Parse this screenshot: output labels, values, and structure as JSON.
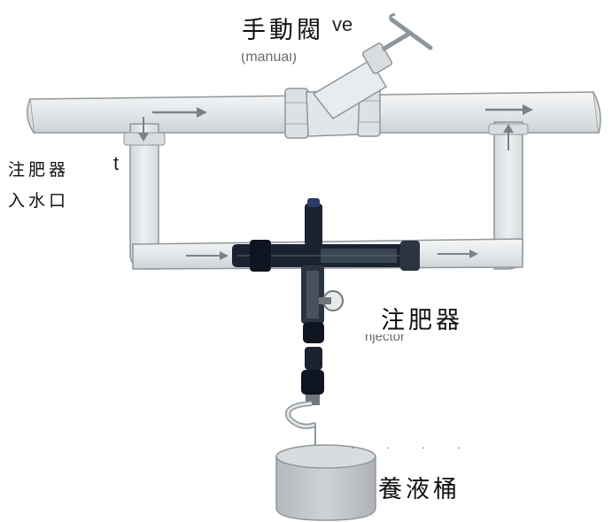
{
  "labels": {
    "manual_valve": "手動閥",
    "injector_inlet_line1": "注肥器",
    "injector_inlet_line2": "入水口",
    "injector": "注肥器",
    "nutrient_tank": "養液桶"
  },
  "ghost_text": {
    "valve_suffix": "ve",
    "manual": "(manual)",
    "inlet_suffix": "t",
    "injector_en": "njector"
  },
  "colors": {
    "pipe_fill": "#e9ecee",
    "pipe_stroke": "#8f969b",
    "injector_body": "#1b2230",
    "injector_accent": "#2d3a66",
    "tank_fill": "#c4c7c9",
    "flow_arrow": "#7b8287"
  }
}
